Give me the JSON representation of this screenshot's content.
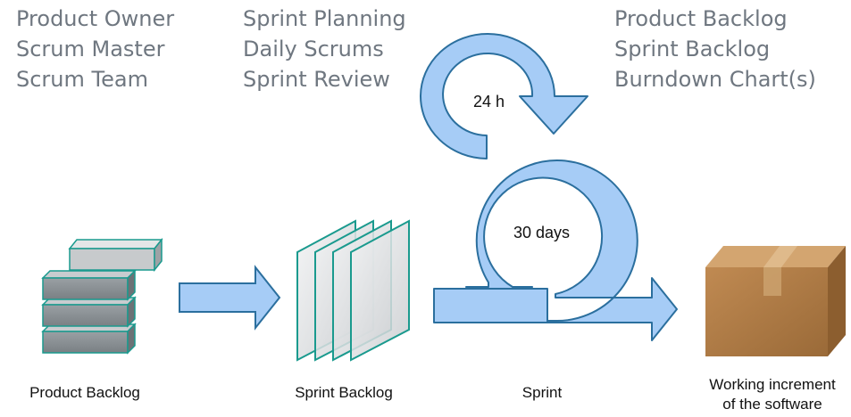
{
  "top_columns": {
    "roles": [
      "Product Owner",
      "Scrum Master",
      "Scrum Team"
    ],
    "ceremonies": [
      "Sprint Planning",
      "Daily Scrums",
      "Sprint Review"
    ],
    "artifacts": [
      "Product Backlog",
      "Sprint Backlog",
      "Burndown Chart(s)"
    ]
  },
  "cycles": {
    "daily": "24 h",
    "sprint": "30 days"
  },
  "captions": {
    "product_backlog": "Product Backlog",
    "sprint_backlog": "Sprint Backlog",
    "sprint": "Sprint",
    "increment_line1": "Working increment",
    "increment_line2": "of the software"
  },
  "colors": {
    "arrow_fill": "#a6ccf6",
    "arrow_stroke": "#2b6f9e",
    "teal": "#1a9a8e",
    "box": "#b07b45",
    "column_text": "#6f7780"
  }
}
